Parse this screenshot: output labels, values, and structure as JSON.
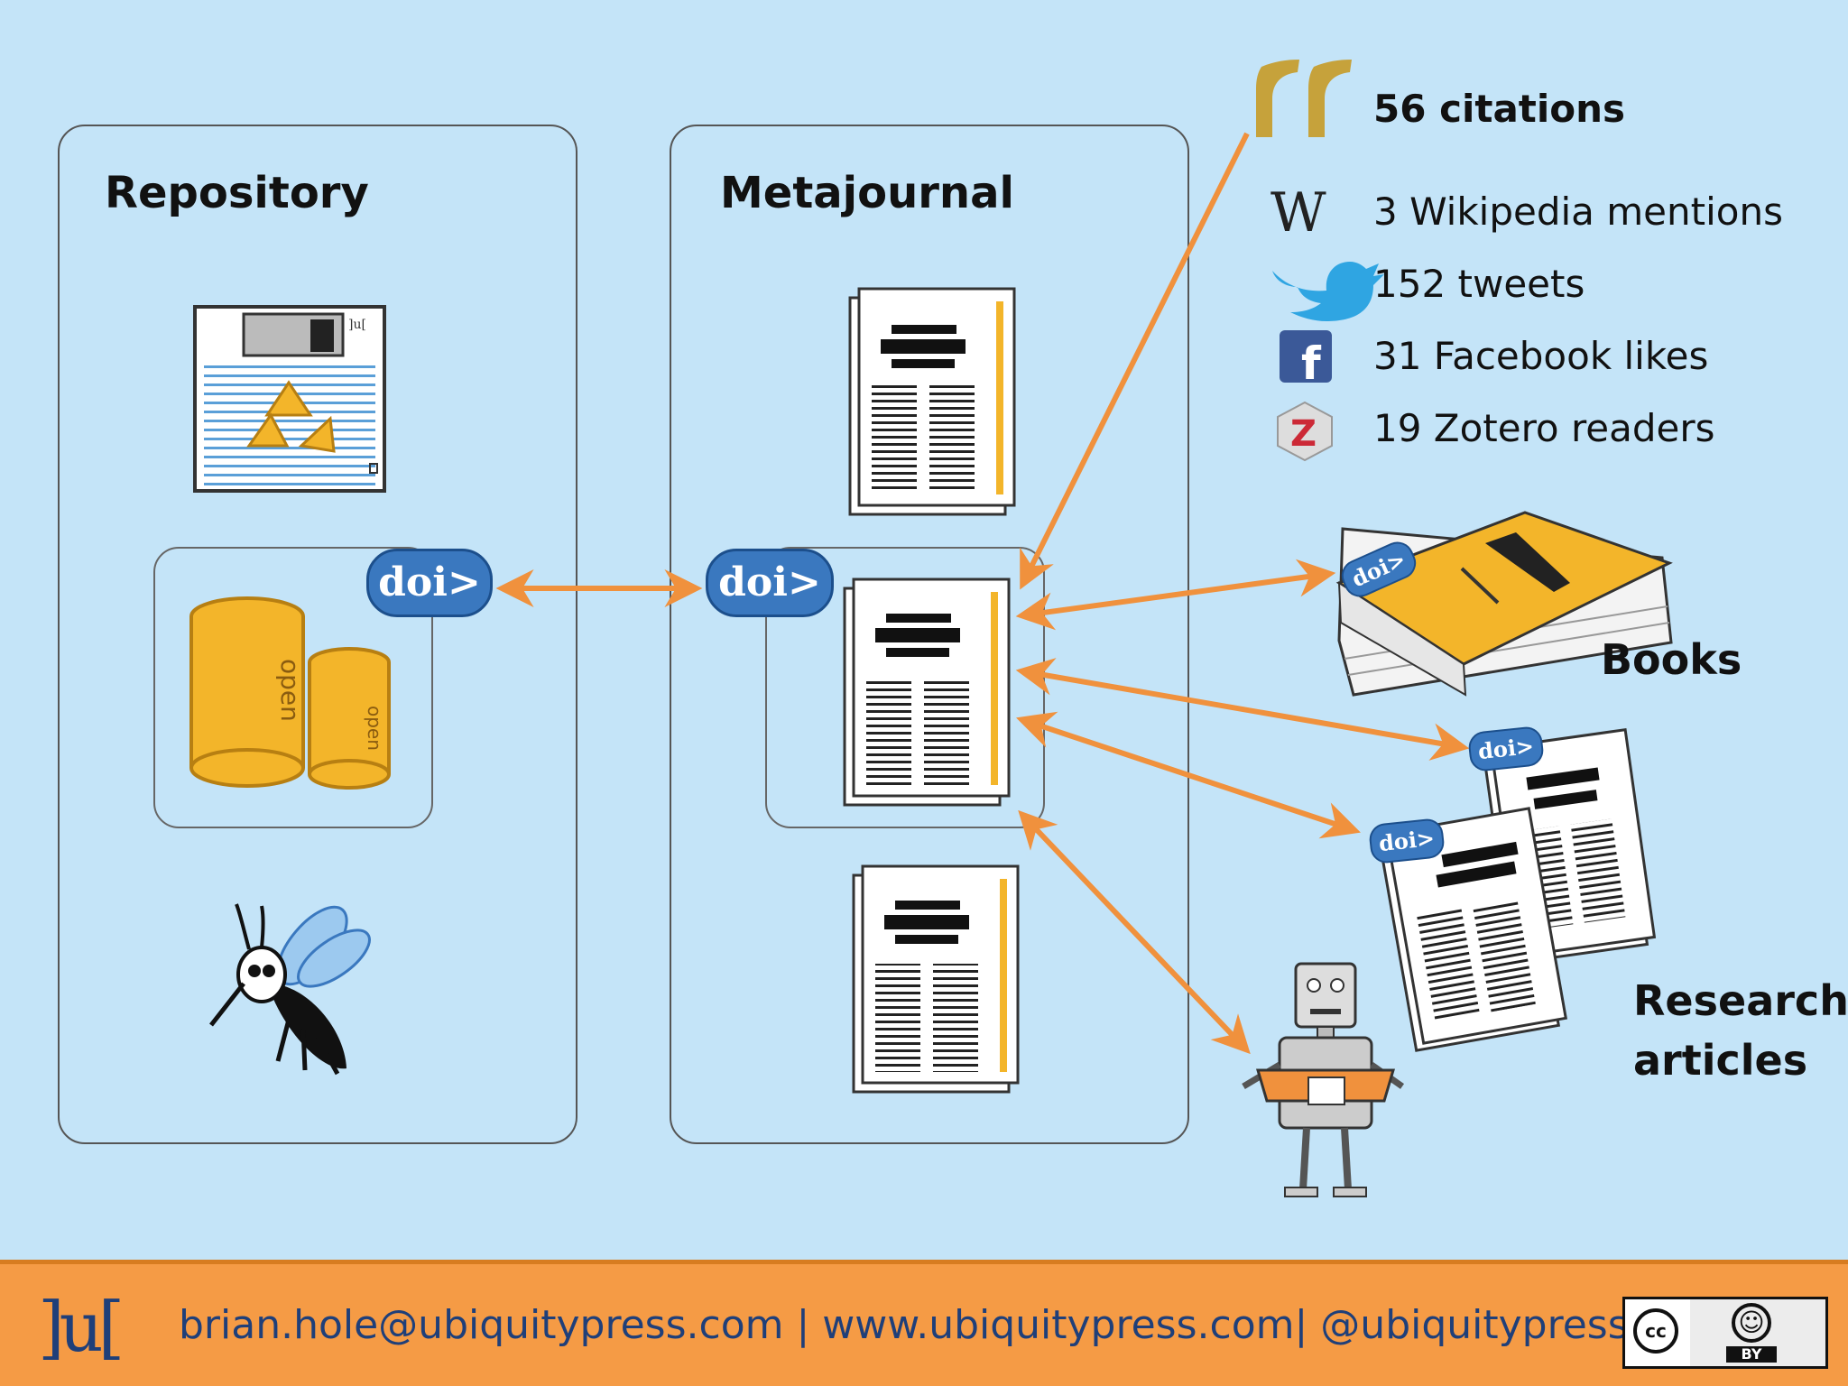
{
  "panels": {
    "repository_title": "Repository",
    "metajournal_title": "Metajournal"
  },
  "doi_label": "doi>",
  "illustrations": {
    "floppy_label": "]u[",
    "jar_label": "open"
  },
  "metrics": [
    {
      "icon": "quote-icon",
      "glyph": "❝",
      "text": "56 citations",
      "bold": true
    },
    {
      "icon": "wikipedia-icon",
      "glyph": "W",
      "text": "3 Wikipedia mentions",
      "bold": false
    },
    {
      "icon": "twitter-icon",
      "glyph": "🐦",
      "text": "152 tweets",
      "bold": false
    },
    {
      "icon": "facebook-icon",
      "glyph": "f",
      "text": "31 Facebook likes",
      "bold": false
    },
    {
      "icon": "zotero-icon",
      "glyph": "Z",
      "text": "19 Zotero readers",
      "bold": false
    }
  ],
  "outputs": {
    "books_label": "Books",
    "research_label_line1": "Research",
    "research_label_line2": "articles"
  },
  "footer": {
    "logo": "]u[",
    "text": "brian.hole@ubiquitypress.com | www.ubiquitypress.com| @ubiquitypress",
    "license_cc": "cc",
    "license_by": "BY"
  },
  "colors": {
    "background": "#c4e4f8",
    "arrow": "#f0913d",
    "doi_badge": "#3a78bf",
    "footer": "#f59b45",
    "footer_text": "#1f3f79",
    "gold": "#f3b52a"
  }
}
